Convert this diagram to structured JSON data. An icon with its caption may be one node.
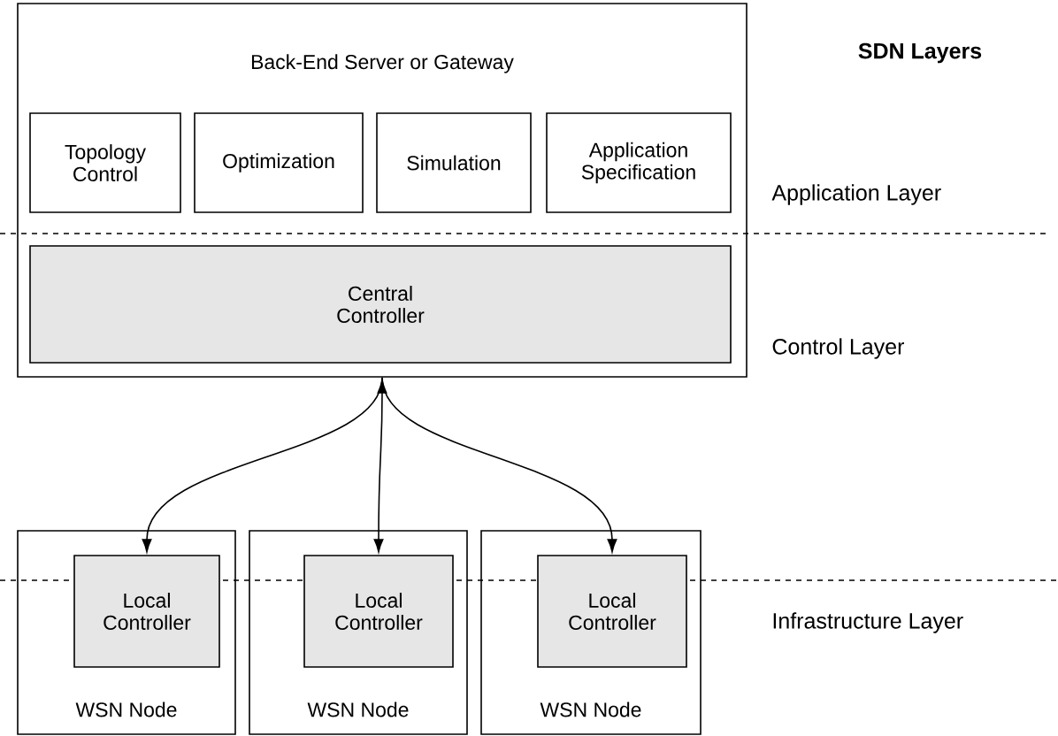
{
  "diagram": {
    "nodes": [
      {
        "text": [
          "Back-End Server or Gateway"
        ]
      },
      {
        "text": [
          "Topology Control"
        ],
        "in": 0
      },
      {
        "text": [
          "Optimization"
        ],
        "in": 0
      },
      {
        "text": [
          "Simulation"
        ],
        "in": 0
      },
      {
        "text": [
          "Application Specification"
        ],
        "in": 0
      },
      {
        "text": [
          "Central Controller"
        ],
        "in": 0
      },
      {
        "text": [
          "WSN Node"
        ]
      },
      {
        "text": [
          "Local Controller"
        ],
        "in": 6
      },
      {
        "text": [
          "WSN Node"
        ]
      },
      {
        "text": [
          "Local Controller"
        ],
        "in": 8
      },
      {
        "text": [
          "WSN Node"
        ]
      },
      {
        "text": [
          "Local Controller"
        ],
        "in": 10
      }
    ],
    "edges": [
      {
        "from": 0,
        "to": 7,
        "arrow": "to"
      },
      {
        "from": 0,
        "to": 9,
        "arrow": "both"
      },
      {
        "from": 0,
        "to": 11,
        "arrow": "to"
      }
    ],
    "labels": [
      "SDN Layers",
      "Application Layer",
      "Control Layer",
      "Infrastructure Layer"
    ]
  }
}
